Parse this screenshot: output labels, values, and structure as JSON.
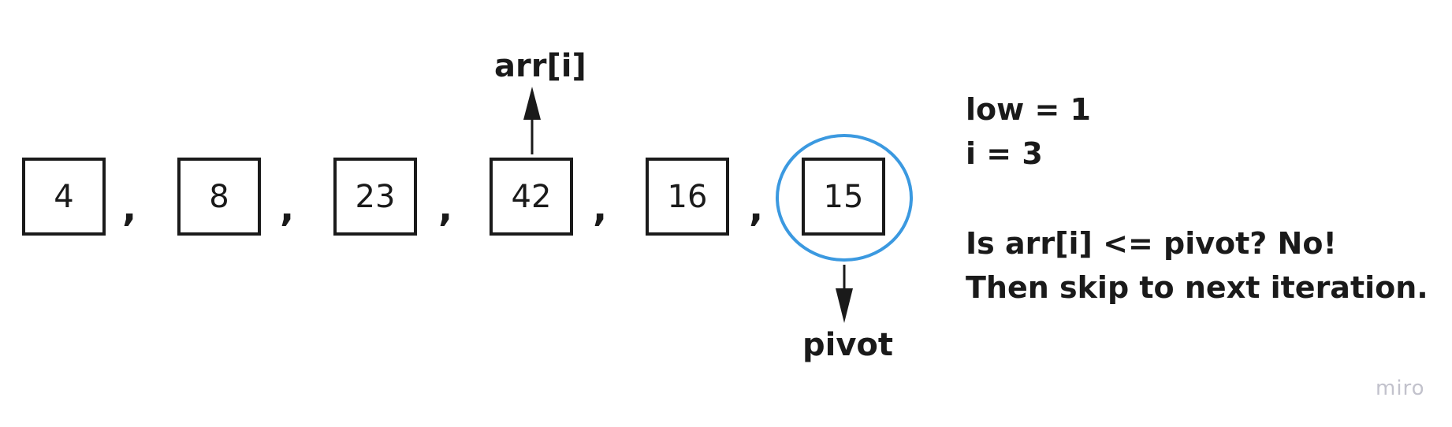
{
  "array": {
    "cells": [
      "4",
      "8",
      "23",
      "42",
      "16",
      "15"
    ],
    "separator": ","
  },
  "pointers": {
    "top_label": "arr[i]",
    "bottom_label": "pivot"
  },
  "info": {
    "lines": [
      "low = 1",
      "i = 3",
      "Is arr[i] <= pivot? No!",
      "Then skip to next iteration."
    ]
  },
  "watermark": "miro",
  "colors": {
    "stroke": "#1a1a1a",
    "pivot_circle": "#3b99e0",
    "watermark": "#c2c2cc"
  }
}
